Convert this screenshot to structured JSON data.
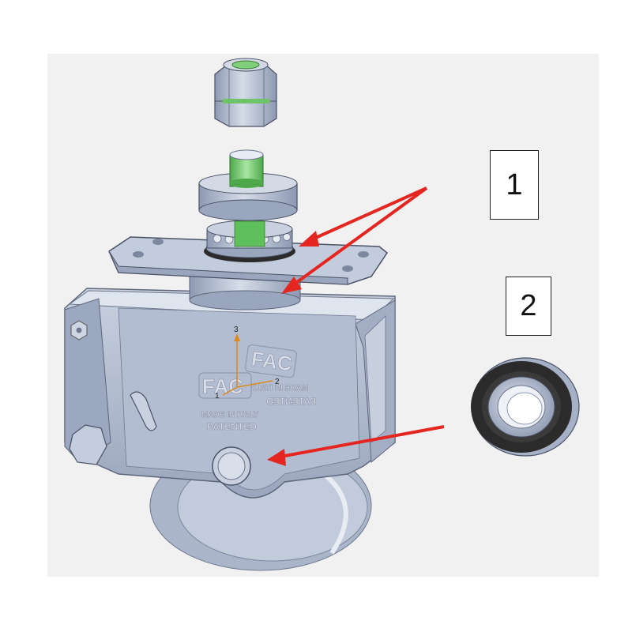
{
  "callouts": [
    {
      "number": "1"
    },
    {
      "number": "2"
    }
  ],
  "markings": {
    "logo": "FAC",
    "made_in": "MADE IN ITALY",
    "patented": "PATENTED"
  },
  "axes": {
    "x": "1",
    "y": "2",
    "z": "3"
  },
  "colors": {
    "background_panel": "#f1f1f1",
    "metal": "#b9c4d8",
    "metal_dark": "#8d99b2",
    "stud_green": "#7fcf7a",
    "arrow": "#e52620",
    "bearing_seal": "#2b2b2b"
  }
}
